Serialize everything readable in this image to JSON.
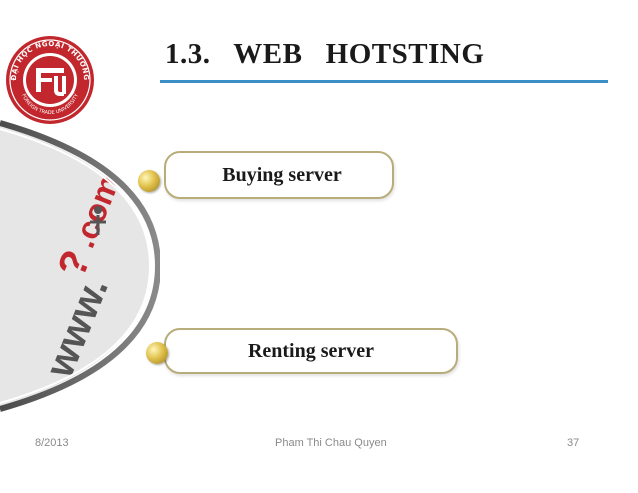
{
  "slide": {
    "title": "1.3.   WEB   HOTSTING",
    "items": [
      {
        "label": "Buying server"
      },
      {
        "label": "Renting server"
      }
    ]
  },
  "footer": {
    "date": "8/2013",
    "author": "Pham Thi Chau Quyen",
    "page": "37"
  },
  "graphics": {
    "logo": {
      "name": "university-logo-icon",
      "lettering": "ĐẠI HỌC NGOẠI THƯƠNG · FOREIGN TRADE UNIVERSITY",
      "colors": {
        "primary": "#c1272d",
        "accent": "#ffffff"
      }
    },
    "image": {
      "name": "www-com-graphic",
      "lettering": "www.?.com"
    },
    "accent_color": "#3b8fc6",
    "bullet_color": "#d9b53c",
    "pill_border_color": "#b8ad7a"
  }
}
